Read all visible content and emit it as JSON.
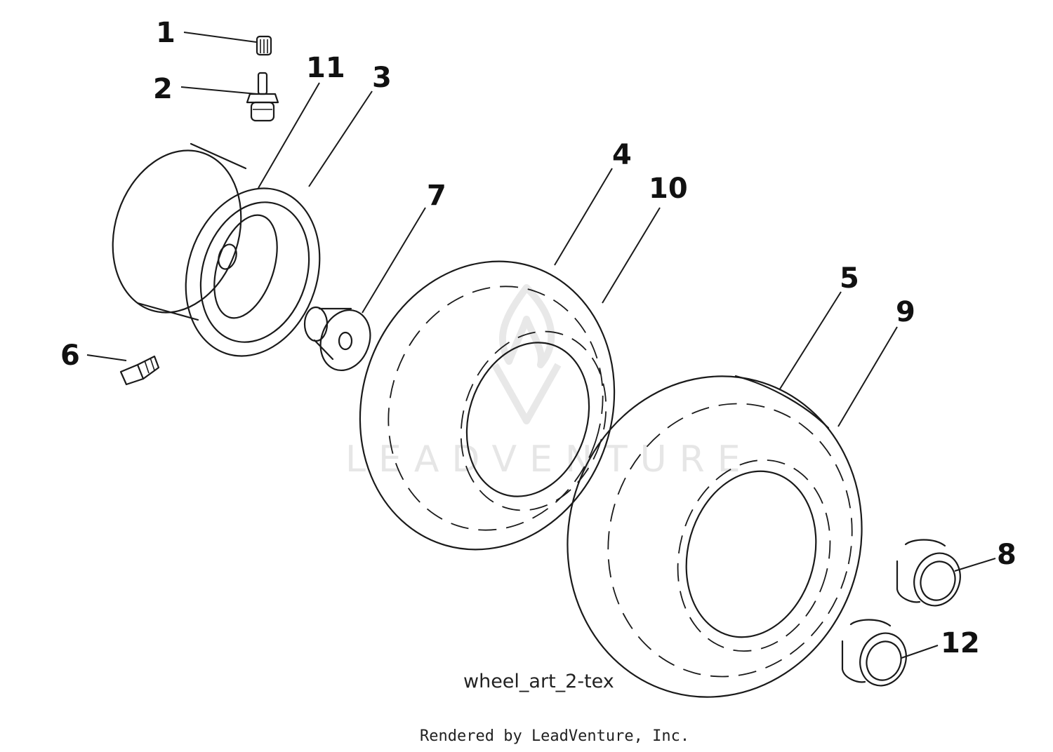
{
  "watermark": {
    "brand": "LEADVENTURE"
  },
  "figure_label": "wheel_art_2-tex",
  "credit": "Rendered by LeadVenture, Inc.",
  "callouts": [
    "1",
    "2",
    "11",
    "3",
    "7",
    "4",
    "10",
    "5",
    "9",
    "6",
    "8",
    "12"
  ],
  "colors": {
    "line": "#1a1a1a",
    "watermark": "#e6e6e6",
    "background": "#ffffff"
  }
}
